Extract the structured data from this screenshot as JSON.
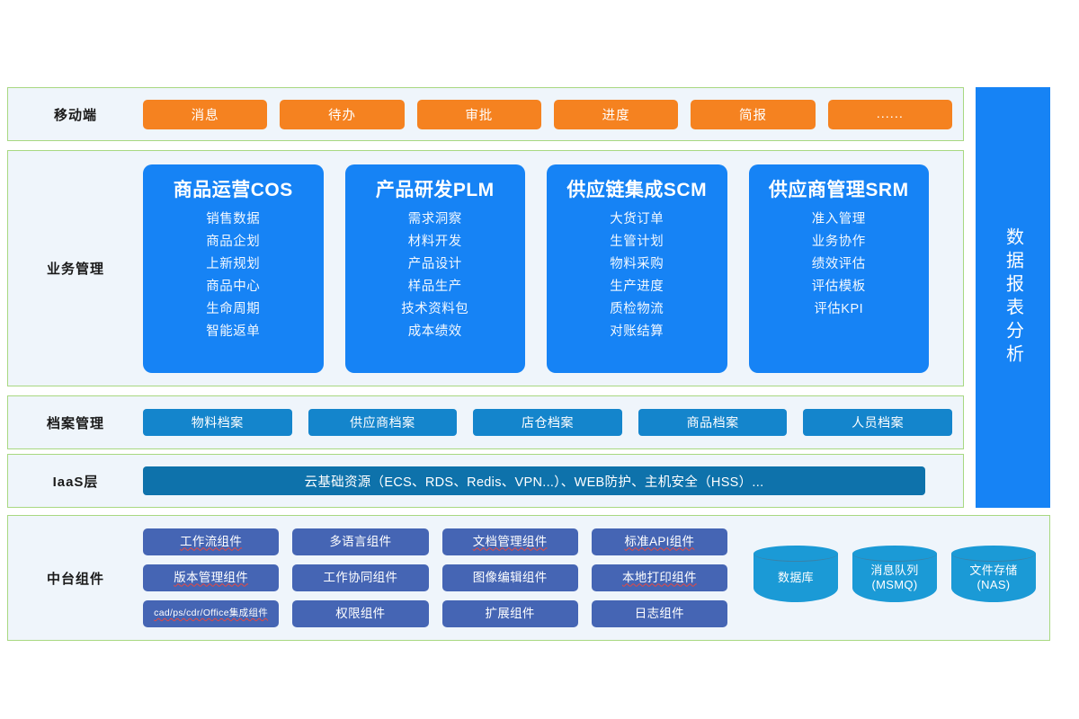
{
  "bands": {
    "mobile": {
      "label": "移动端",
      "items": [
        "消息",
        "待办",
        "审批",
        "进度",
        "简报",
        "......"
      ]
    },
    "business": {
      "label": "业务管理",
      "cards": [
        {
          "title": "商品运营COS",
          "items": [
            "销售数据",
            "商品企划",
            "上新规划",
            "商品中心",
            "生命周期",
            "智能返单"
          ]
        },
        {
          "title": "产品研发PLM",
          "items": [
            "需求洞察",
            "材料开发",
            "产品设计",
            "样品生产",
            "技术资料包",
            "成本绩效"
          ]
        },
        {
          "title": "供应链集成SCM",
          "items": [
            "大货订单",
            "生管计划",
            "物料采购",
            "生产进度",
            "质检物流",
            "对账结算"
          ]
        },
        {
          "title": "供应商管理SRM",
          "items": [
            "准入管理",
            "业务协作",
            "绩效评估",
            "评估模板",
            "评估KPI"
          ]
        }
      ]
    },
    "archive": {
      "label": "档案管理",
      "items": [
        "物料档案",
        "供应商档案",
        "店仓档案",
        "商品档案",
        "人员档案"
      ]
    },
    "iaas": {
      "label": "IaaS层",
      "bar_text": "云基础资源（ECS、RDS、Redis、VPN...）、WEB防护、主机安全（HSS）..."
    },
    "components": {
      "label": "中台组件",
      "grid": [
        {
          "text": "工作流组件",
          "squiggly": true,
          "tiny": false
        },
        {
          "text": "多语言组件",
          "squiggly": false,
          "tiny": false
        },
        {
          "text": "文档管理组件",
          "squiggly": true,
          "tiny": false
        },
        {
          "text": "标准API组件",
          "squiggly": true,
          "tiny": false
        },
        {
          "text": "版本管理组件",
          "squiggly": true,
          "tiny": false
        },
        {
          "text": "工作协同组件",
          "squiggly": false,
          "tiny": false
        },
        {
          "text": "图像编辑组件",
          "squiggly": false,
          "tiny": false
        },
        {
          "text": "本地打印组件",
          "squiggly": true,
          "tiny": false
        },
        {
          "text": "cad/ps/cdr/Office集成组件",
          "squiggly": true,
          "tiny": true
        },
        {
          "text": "权限组件",
          "squiggly": false,
          "tiny": false
        },
        {
          "text": "扩展组件",
          "squiggly": false,
          "tiny": false
        },
        {
          "text": "日志组件",
          "squiggly": false,
          "tiny": false
        }
      ],
      "cylinders": [
        {
          "line1": "数据库",
          "line2": ""
        },
        {
          "line1": "消息队列",
          "line2": "(MSMQ)"
        },
        {
          "line1": "文件存储",
          "line2": "(NAS)"
        }
      ]
    }
  },
  "right_panel": {
    "text": "数据报表分析"
  },
  "colors": {
    "orange": "#f58220",
    "card_blue": "#1683f5",
    "archive_blue": "#1485cc",
    "iaas_blue": "#0e72ab",
    "component_blue": "#4565b4",
    "cylinder_blue": "#1b9ad6",
    "band_border_green": "#a8d881",
    "band_fill": "#eff5fb"
  }
}
